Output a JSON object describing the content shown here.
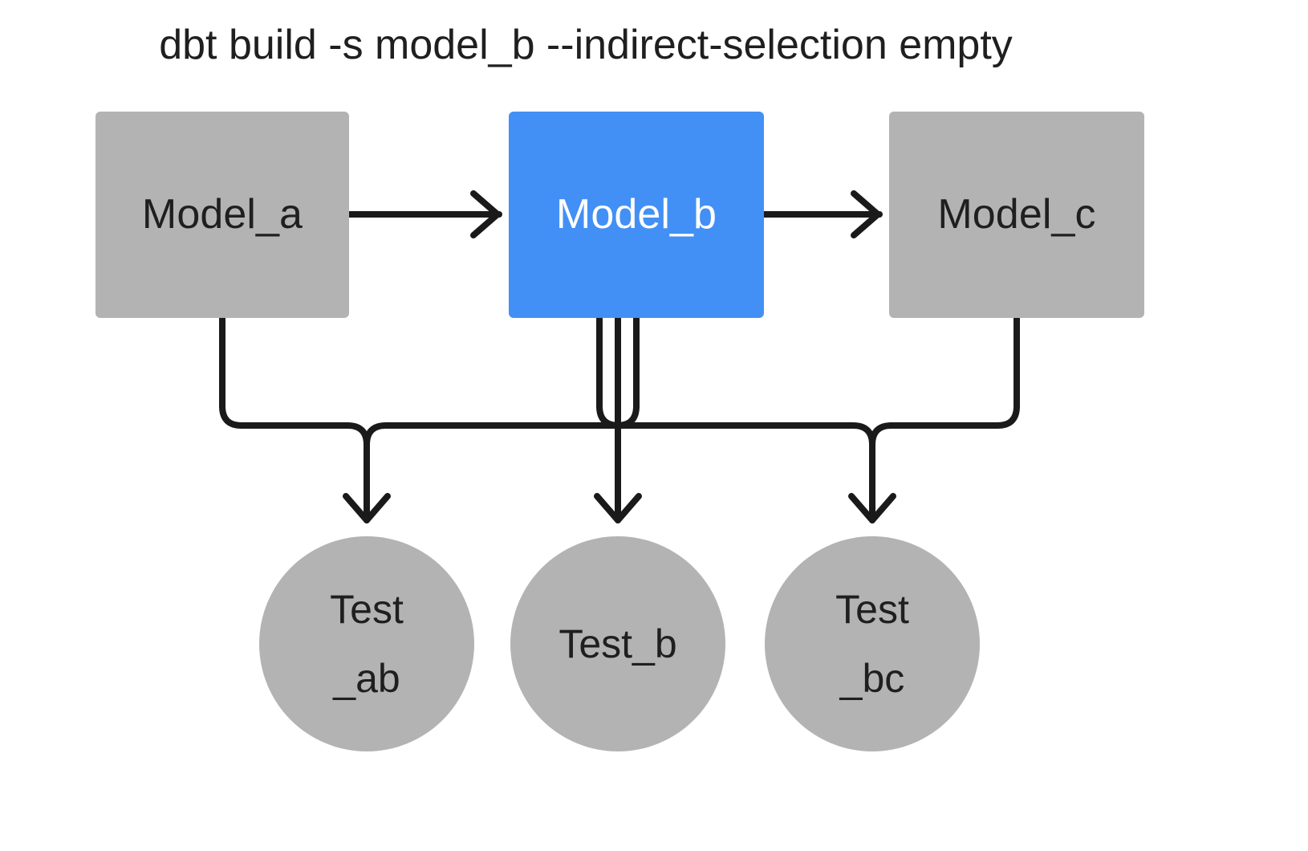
{
  "diagram": {
    "title": "dbt build -s model_b --indirect-selection empty",
    "background_color": "#ffffff",
    "edge_color": "#1a1a1a",
    "edge_width": 8,
    "colors": {
      "node_gray": "#b3b3b3",
      "node_selected_blue": "#4290f5",
      "text_dark": "#1f1f1f",
      "text_light": "#ffffff"
    }
  },
  "models": [
    {
      "id": "model_a",
      "label": "Model_a",
      "fill": "#b3b3b3",
      "text_color": "#1f1f1f",
      "selected": false
    },
    {
      "id": "model_b",
      "label": "Model_b",
      "fill": "#4290f5",
      "text_color": "#ffffff",
      "selected": true
    },
    {
      "id": "model_c",
      "label": "Model_c",
      "fill": "#b3b3b3",
      "text_color": "#1f1f1f",
      "selected": false
    }
  ],
  "tests": [
    {
      "id": "test_ab",
      "label": "Test\n_ab",
      "fill": "#b3b3b3",
      "text_color": "#1f1f1f"
    },
    {
      "id": "test_b",
      "label": "Test_b",
      "fill": "#b3b3b3",
      "text_color": "#1f1f1f"
    },
    {
      "id": "test_bc",
      "label": "Test\n_bc",
      "fill": "#b3b3b3",
      "text_color": "#1f1f1f"
    }
  ],
  "edges": [
    {
      "from": "model_a",
      "to": "model_b",
      "kind": "horizontal-arrow"
    },
    {
      "from": "model_b",
      "to": "model_c",
      "kind": "horizontal-arrow"
    },
    {
      "from": "model_a",
      "to": "test_ab",
      "kind": "elbow-arrow"
    },
    {
      "from": "model_b",
      "to": "test_ab",
      "kind": "elbow-arrow"
    },
    {
      "from": "model_b",
      "to": "test_b",
      "kind": "straight-arrow"
    },
    {
      "from": "model_b",
      "to": "test_bc",
      "kind": "elbow-arrow"
    },
    {
      "from": "model_c",
      "to": "test_bc",
      "kind": "elbow-arrow"
    }
  ]
}
